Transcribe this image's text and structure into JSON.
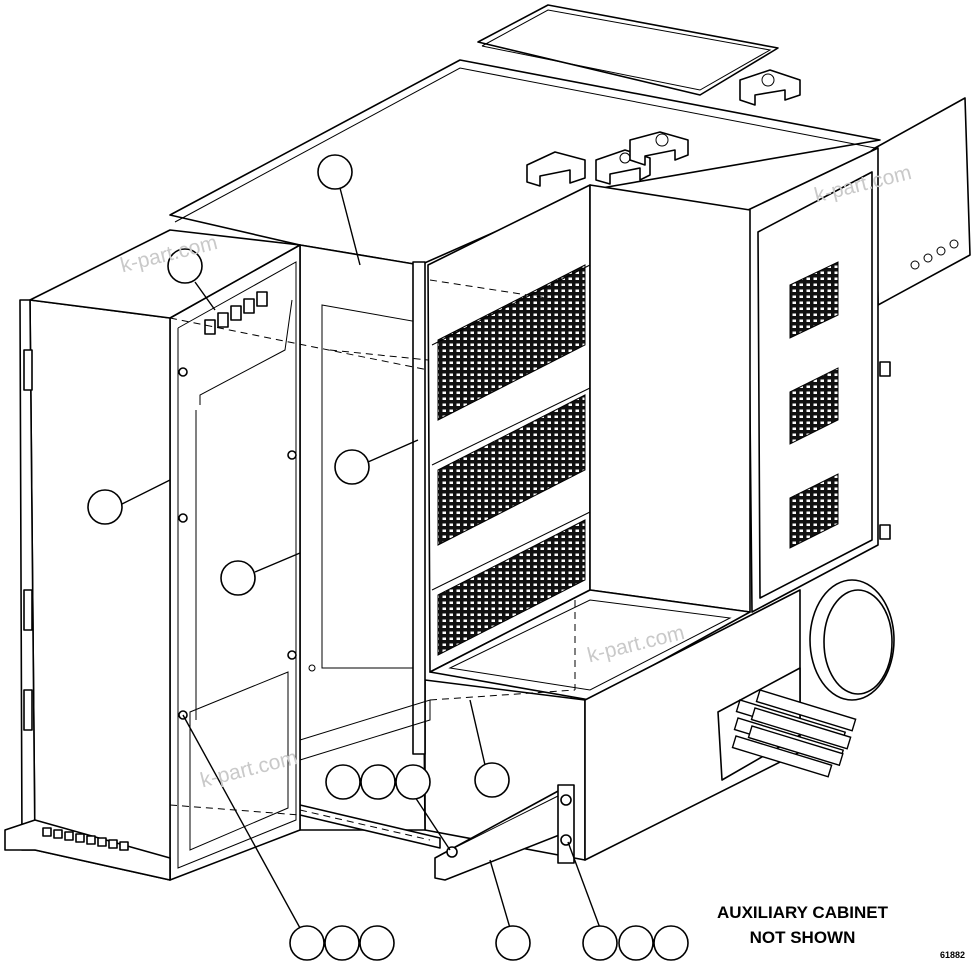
{
  "figure": {
    "caption_line1": "AUXILIARY CABINET",
    "caption_line2": "NOT SHOWN",
    "figure_number": "61882"
  },
  "watermarks": [
    "k-part.com",
    "k-part.com",
    "k-part.com",
    "k-part.com"
  ],
  "callouts": [
    {
      "id": "a",
      "label": ""
    },
    {
      "id": "b",
      "label": ""
    },
    {
      "id": "c",
      "label": ""
    },
    {
      "id": "d",
      "label": ""
    },
    {
      "id": "e",
      "label": ""
    },
    {
      "id": "f",
      "label": ""
    },
    {
      "id": "g",
      "label": ""
    },
    {
      "id": "h",
      "label": ""
    },
    {
      "id": "i",
      "label": ""
    },
    {
      "id": "j",
      "label": ""
    },
    {
      "id": "k",
      "label": ""
    },
    {
      "id": "l",
      "label": ""
    },
    {
      "id": "m",
      "label": ""
    },
    {
      "id": "n",
      "label": ""
    },
    {
      "id": "o",
      "label": ""
    },
    {
      "id": "p",
      "label": ""
    },
    {
      "id": "q",
      "label": ""
    }
  ]
}
